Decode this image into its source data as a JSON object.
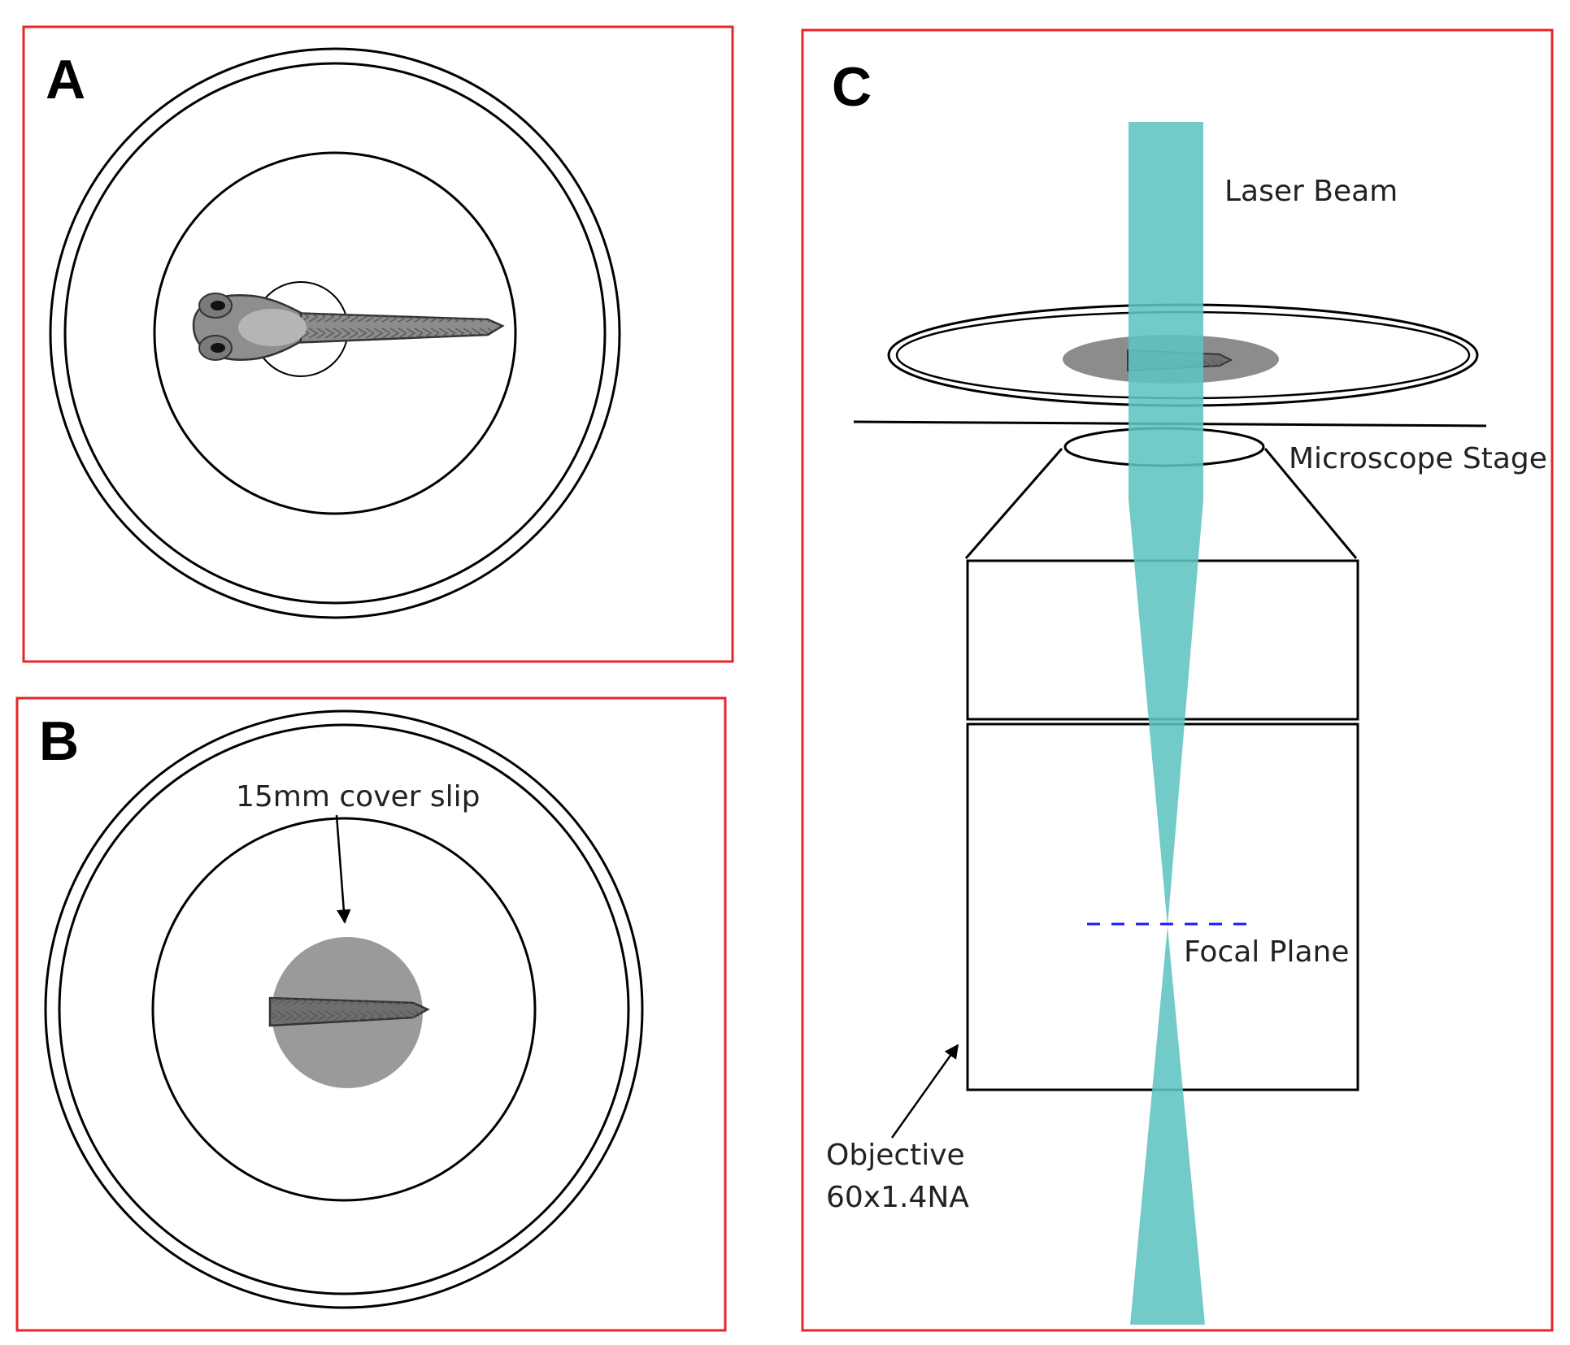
{
  "panels": {
    "a": {
      "letter": "A"
    },
    "b": {
      "letter": "B",
      "coverslip_label": "15mm cover slip"
    },
    "c": {
      "letter": "C",
      "laser_label": "Laser Beam",
      "stage_label": "Microscope Stage",
      "focal_label": "Focal Plane",
      "objective_label_1": "Objective",
      "objective_label_2": "60x1.4NA"
    }
  },
  "colors": {
    "frame": "#e8262a",
    "beam": "#5ec4c0",
    "focal_line": "#1a1aff",
    "fish_body": "#8c8c8c",
    "coverslip": "#9a9a9a"
  }
}
